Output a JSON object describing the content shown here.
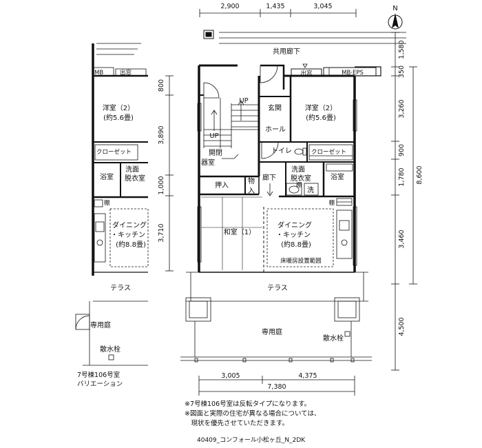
{
  "compass": {
    "label": "N"
  },
  "dimensions": {
    "top": [
      "2,900",
      "1,435",
      "3,045"
    ],
    "right": [
      "1,580",
      "350",
      "3,260",
      "900",
      "1,780",
      "3,460",
      "4,500"
    ],
    "right_total": "8,600",
    "left": [
      "800",
      "3,890",
      "1,000",
      "3,710"
    ],
    "bottom": [
      "3,005",
      "4,375"
    ],
    "bottom_total": "7,380"
  },
  "rooms": {
    "corridor": "共用廊下",
    "mb_eps": "MB·EPS",
    "demado": "出窓",
    "up": "UP",
    "genkan": "玄関",
    "hall": "ホール",
    "youshitsu_name": "洋室（2）",
    "youshitsu_size": "(約5.6畳)",
    "toilet": "トイレ",
    "closet": "クローゼット",
    "kaiheiki_1": "開閉",
    "kaiheiki_2": "器室",
    "oshiire": "押入",
    "monoire_1": "物",
    "monoire_2": "入",
    "rouka": "廊下",
    "senmen_1": "洗面",
    "senmen_2": "脱衣室",
    "sen": "洗",
    "yokushitsu": "浴室",
    "tana": "棚",
    "washitsu": "和室（1）",
    "dk_1": "ダイニング",
    "dk_2": "・キッチン",
    "dk_3": "(約8.8畳)",
    "floor_heating": "床暖房設置範囲",
    "terrace": "テラス",
    "garden": "専用庭",
    "faucet": "散水栓"
  },
  "left_variant": {
    "mb": "MB",
    "demado": "出窓",
    "youshitsu_name": "洋室（2）",
    "youshitsu_size": "(約5.6畳)",
    "closet": "クローゼット",
    "yokushitsu": "浴室",
    "senmen_1": "洗面",
    "senmen_2": "脱衣室",
    "tana": "棚",
    "dk_1": "ダイニング",
    "dk_2": "・キッチン",
    "dk_3": "(約8.8畳)",
    "terrace": "テラス",
    "garden": "専用庭",
    "faucet": "散水栓",
    "caption_1": "7号棟106号室",
    "caption_2": "バリエーション"
  },
  "notes": [
    "※7号棟106号室は反転タイプになります。",
    "※図面と実際の住宅が異なる場合については、",
    "　現状を優先させていただきます。"
  ],
  "footer": "40409_コンフォール小松ヶ丘_N_2DK"
}
